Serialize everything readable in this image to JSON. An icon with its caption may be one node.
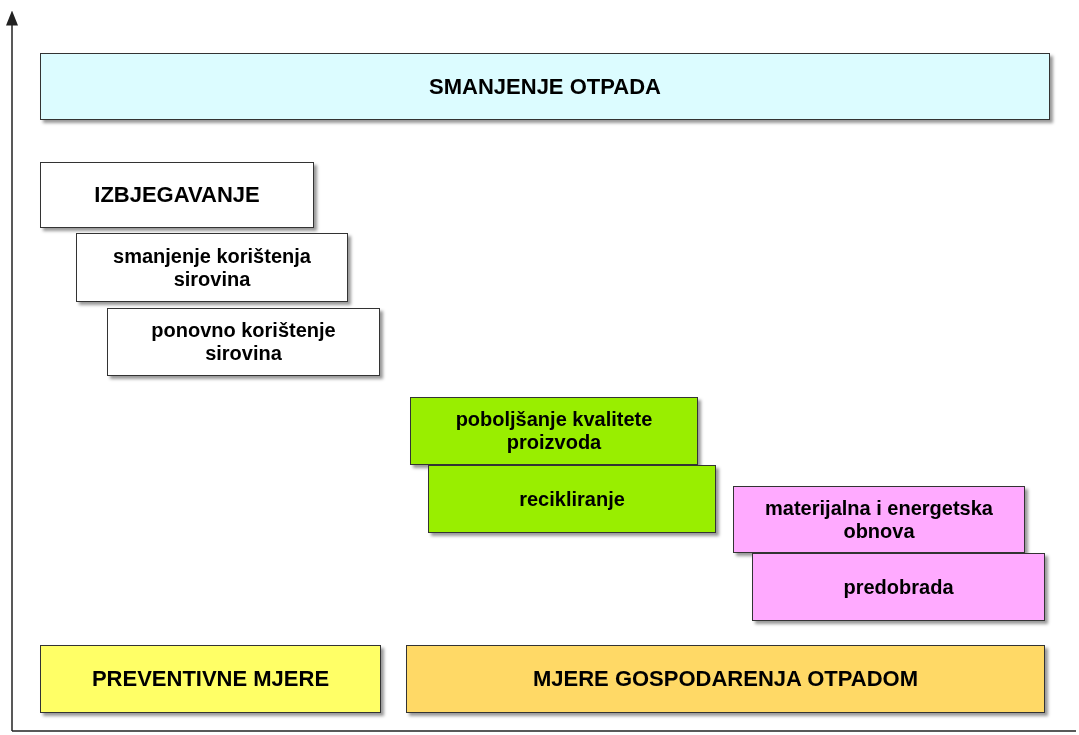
{
  "diagram": {
    "nodes": [
      {
        "text": [
          "SMANJENJE OTPADA"
        ]
      },
      {
        "text": [
          "IZBJEGAVANJE"
        ]
      },
      {
        "text": [
          "smanjenje korištenja sirovina"
        ]
      },
      {
        "text": [
          "ponovno korištenje sirovina"
        ]
      },
      {
        "text": [
          "poboljšanje kvalitete proizvoda"
        ]
      },
      {
        "text": [
          "recikliranje"
        ]
      },
      {
        "text": [
          "materijalna i energetska obnova"
        ]
      },
      {
        "text": [
          "predobrada"
        ]
      },
      {
        "text": [
          "PREVENTIVNE MJERE"
        ]
      },
      {
        "text": [
          "MJERE GOSPODARENJA OTPADOM"
        ]
      }
    ]
  }
}
